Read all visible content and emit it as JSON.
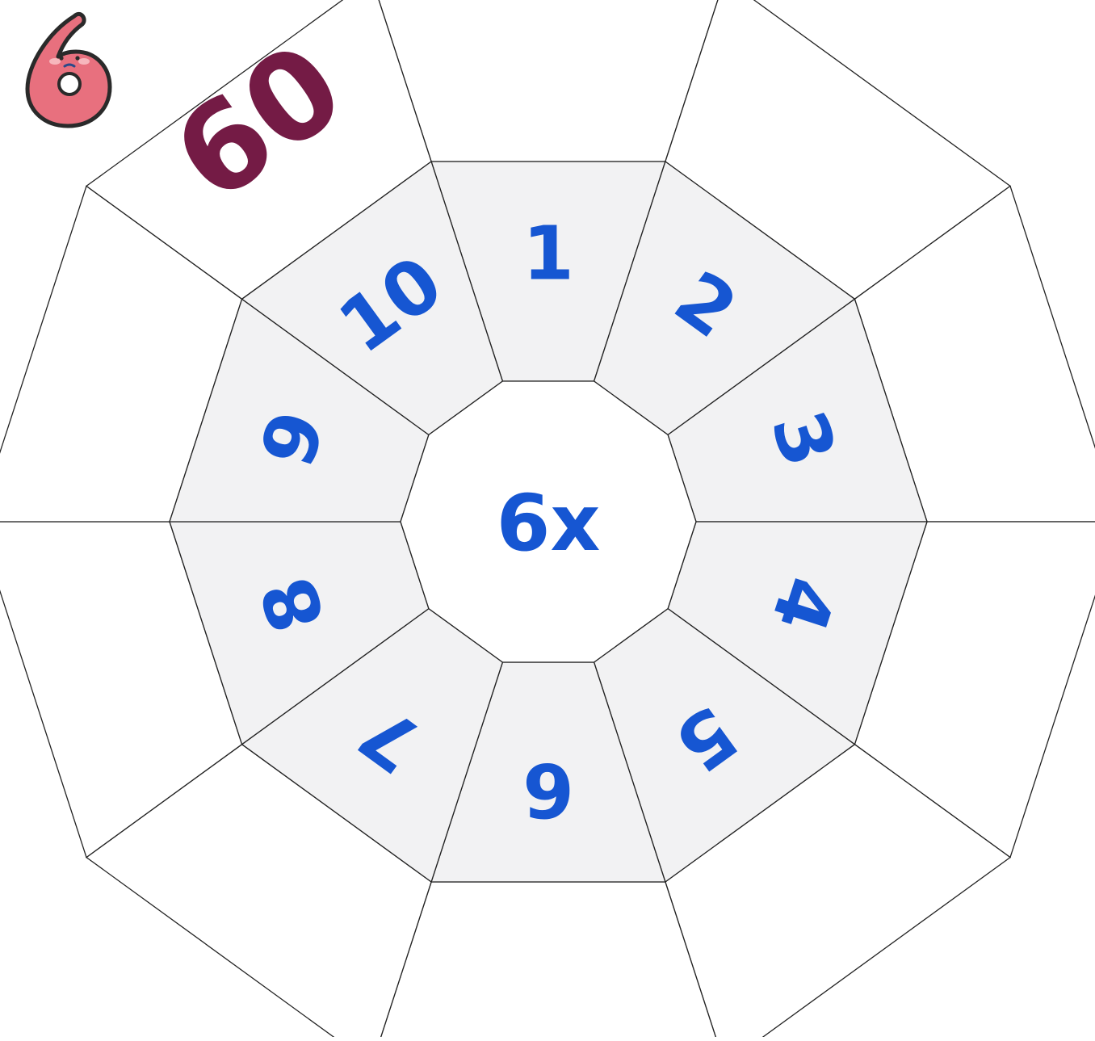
{
  "mascot": {
    "icon": "pink-number-six-mascot-icon",
    "body_color": "#e8707e",
    "outline_color": "#2a2a2a"
  },
  "wheel": {
    "center_label": "6x",
    "multipliers": [
      "1",
      "2",
      "3",
      "4",
      "5",
      "6",
      "7",
      "8",
      "9",
      "10"
    ],
    "answers": [
      "",
      "",
      "",
      "",
      "",
      "",
      "",
      "",
      "",
      "60"
    ],
    "colors": {
      "multiplier_text": "#1656d2",
      "answer_text": "#741b45",
      "inner_ring_fill": "#f2f2f3",
      "lines": "#222222"
    }
  }
}
